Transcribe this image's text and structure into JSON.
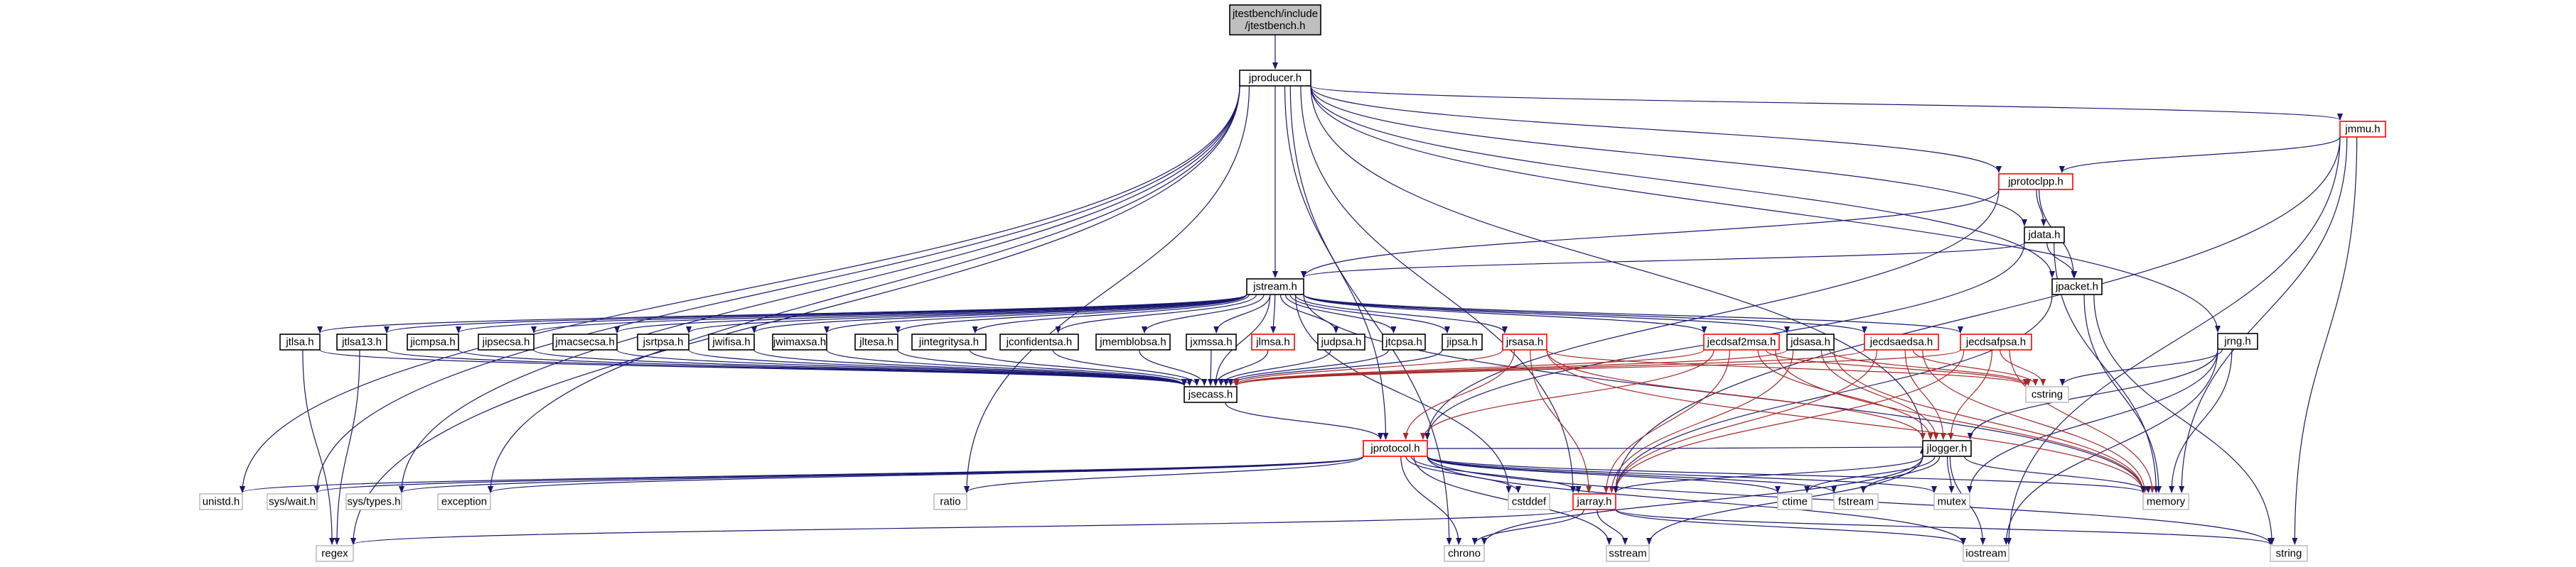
{
  "colors": {
    "edge": "#191970",
    "edge_red": "#a52a2a",
    "root_fill": "#bfbfbf",
    "box_border": "#000000",
    "linked_border": "#ff0000",
    "external_border": "#bfbfbf"
  },
  "graph": {
    "nodes": [
      {
        "id": "root",
        "label": "jtestbench/include\n/jtestbench.h",
        "kind": "root"
      },
      {
        "id": "jproducer",
        "label": "jproducer.h",
        "kind": "box"
      },
      {
        "id": "jmmu",
        "label": "jmmu.h",
        "kind": "linked"
      },
      {
        "id": "jprotoclpp",
        "label": "jprotoclpp.h",
        "kind": "linked"
      },
      {
        "id": "jdata",
        "label": "jdata.h",
        "kind": "box"
      },
      {
        "id": "jpacket",
        "label": "jpacket.h",
        "kind": "box"
      },
      {
        "id": "jrng",
        "label": "jrng.h",
        "kind": "box"
      },
      {
        "id": "jstream",
        "label": "jstream.h",
        "kind": "box"
      },
      {
        "id": "jtlsa",
        "label": "jtlsa.h",
        "kind": "box"
      },
      {
        "id": "jtlsa13",
        "label": "jtlsa13.h",
        "kind": "box"
      },
      {
        "id": "jicmpsa",
        "label": "jicmpsa.h",
        "kind": "box"
      },
      {
        "id": "jipsecsa",
        "label": "jipsecsa.h",
        "kind": "box"
      },
      {
        "id": "jmacsecsa",
        "label": "jmacsecsa.h",
        "kind": "box"
      },
      {
        "id": "jsrtpsa",
        "label": "jsrtpsa.h",
        "kind": "box"
      },
      {
        "id": "jwifisa",
        "label": "jwifisa.h",
        "kind": "box"
      },
      {
        "id": "jwimaxsa",
        "label": "jwimaxsa.h",
        "kind": "box"
      },
      {
        "id": "jltesa",
        "label": "jltesa.h",
        "kind": "box"
      },
      {
        "id": "jintegritysa",
        "label": "jintegritysa.h",
        "kind": "box"
      },
      {
        "id": "jconfidentsa",
        "label": "jconfidentsa.h",
        "kind": "box"
      },
      {
        "id": "jmemblobsa",
        "label": "jmemblobsa.h",
        "kind": "box"
      },
      {
        "id": "jxmssa",
        "label": "jxmssa.h",
        "kind": "box"
      },
      {
        "id": "jlmsa",
        "label": "jlmsa.h",
        "kind": "linked"
      },
      {
        "id": "judpsa",
        "label": "judpsa.h",
        "kind": "box"
      },
      {
        "id": "jtcpsa",
        "label": "jtcpsa.h",
        "kind": "box"
      },
      {
        "id": "jipsa",
        "label": "jipsa.h",
        "kind": "box"
      },
      {
        "id": "jrsasa",
        "label": "jrsasa.h",
        "kind": "linked"
      },
      {
        "id": "jecdsaf2msa",
        "label": "jecdsaf2msa.h",
        "kind": "linked"
      },
      {
        "id": "jdsasa",
        "label": "jdsasa.h",
        "kind": "box"
      },
      {
        "id": "jecdsaedsa",
        "label": "jecdsaedsa.h",
        "kind": "linked"
      },
      {
        "id": "jecdsafpsa",
        "label": "jecdsafpsa.h",
        "kind": "linked"
      },
      {
        "id": "jsecass",
        "label": "jsecass.h",
        "kind": "box"
      },
      {
        "id": "cstring",
        "label": "cstring",
        "kind": "external"
      },
      {
        "id": "jprotocol",
        "label": "jprotocol.h",
        "kind": "linked"
      },
      {
        "id": "jlogger",
        "label": "jlogger.h",
        "kind": "box"
      },
      {
        "id": "unistd",
        "label": "unistd.h",
        "kind": "external"
      },
      {
        "id": "syswait",
        "label": "sys/wait.h",
        "kind": "external"
      },
      {
        "id": "systypes",
        "label": "sys/types.h",
        "kind": "external"
      },
      {
        "id": "exception",
        "label": "exception",
        "kind": "external"
      },
      {
        "id": "ratio",
        "label": "ratio",
        "kind": "external"
      },
      {
        "id": "cstddef",
        "label": "cstddef",
        "kind": "external"
      },
      {
        "id": "jarray",
        "label": "jarray.h",
        "kind": "linked"
      },
      {
        "id": "ctime",
        "label": "ctime",
        "kind": "external"
      },
      {
        "id": "fstream",
        "label": "fstream",
        "kind": "external"
      },
      {
        "id": "mutex",
        "label": "mutex",
        "kind": "external"
      },
      {
        "id": "memory",
        "label": "memory",
        "kind": "external"
      },
      {
        "id": "regex",
        "label": "regex",
        "kind": "external"
      },
      {
        "id": "chrono",
        "label": "chrono",
        "kind": "external"
      },
      {
        "id": "sstream",
        "label": "sstream",
        "kind": "external"
      },
      {
        "id": "iostream",
        "label": "iostream",
        "kind": "external"
      },
      {
        "id": "string",
        "label": "string",
        "kind": "external"
      }
    ],
    "edges": [
      [
        "root",
        "jproducer"
      ],
      [
        "jproducer",
        "jmmu"
      ],
      [
        "jproducer",
        "jprotoclpp"
      ],
      [
        "jproducer",
        "jdata"
      ],
      [
        "jproducer",
        "jpacket"
      ],
      [
        "jproducer",
        "jrng"
      ],
      [
        "jproducer",
        "jstream"
      ],
      [
        "jproducer",
        "jlogger"
      ],
      [
        "jproducer",
        "jarray"
      ],
      [
        "jproducer",
        "jprotocol"
      ],
      [
        "jproducer",
        "regex"
      ],
      [
        "jproducer",
        "chrono"
      ],
      [
        "jproducer",
        "unistd"
      ],
      [
        "jproducer",
        "syswait"
      ],
      [
        "jproducer",
        "systypes"
      ],
      [
        "jproducer",
        "exception"
      ],
      [
        "jproducer",
        "ratio"
      ],
      [
        "jmmu",
        "jprotoclpp"
      ],
      [
        "jmmu",
        "memory"
      ],
      [
        "jmmu",
        "iostream"
      ],
      [
        "jmmu",
        "string"
      ],
      [
        "jmmu",
        "jarray"
      ],
      [
        "jprotoclpp",
        "jdata"
      ],
      [
        "jprotoclpp",
        "jpacket"
      ],
      [
        "jprotoclpp",
        "jstream"
      ],
      [
        "jprotoclpp",
        "jprotocol"
      ],
      [
        "jdata",
        "jpacket"
      ],
      [
        "jdata",
        "jstream"
      ],
      [
        "jdata",
        "memory"
      ],
      [
        "jdata",
        "jprotocol"
      ],
      [
        "jpacket",
        "memory"
      ],
      [
        "jpacket",
        "string"
      ],
      [
        "jpacket",
        "jarray"
      ],
      [
        "jrng",
        "cstring"
      ],
      [
        "jrng",
        "jlogger"
      ],
      [
        "jrng",
        "memory"
      ],
      [
        "jrng",
        "mutex"
      ],
      [
        "jrng",
        "iostream"
      ],
      [
        "jstream",
        "jtlsa"
      ],
      [
        "jstream",
        "jtlsa13"
      ],
      [
        "jstream",
        "jicmpsa"
      ],
      [
        "jstream",
        "jipsecsa"
      ],
      [
        "jstream",
        "jmacsecsa"
      ],
      [
        "jstream",
        "jsrtpsa"
      ],
      [
        "jstream",
        "jwifisa"
      ],
      [
        "jstream",
        "jwimaxsa"
      ],
      [
        "jstream",
        "jltesa"
      ],
      [
        "jstream",
        "jintegritysa"
      ],
      [
        "jstream",
        "jconfidentsa"
      ],
      [
        "jstream",
        "jmemblobsa"
      ],
      [
        "jstream",
        "jxmssa"
      ],
      [
        "jstream",
        "jlmsa"
      ],
      [
        "jstream",
        "judpsa"
      ],
      [
        "jstream",
        "jtcpsa"
      ],
      [
        "jstream",
        "jipsa"
      ],
      [
        "jstream",
        "jrsasa"
      ],
      [
        "jstream",
        "jecdsaf2msa"
      ],
      [
        "jstream",
        "jdsasa"
      ],
      [
        "jstream",
        "jecdsaedsa"
      ],
      [
        "jstream",
        "jecdsafpsa"
      ],
      [
        "jstream",
        "jsecass"
      ],
      [
        "jstream",
        "cstddef"
      ],
      [
        "jstream",
        "memory"
      ],
      [
        "jtlsa",
        "jsecass"
      ],
      [
        "jtlsa",
        "regex"
      ],
      [
        "jtlsa13",
        "jsecass"
      ],
      [
        "jtlsa13",
        "regex"
      ],
      [
        "jicmpsa",
        "jsecass"
      ],
      [
        "jipsecsa",
        "jsecass"
      ],
      [
        "jmacsecsa",
        "jsecass"
      ],
      [
        "jsrtpsa",
        "jsecass"
      ],
      [
        "jwifisa",
        "jsecass"
      ],
      [
        "jwimaxsa",
        "jsecass"
      ],
      [
        "jltesa",
        "jsecass"
      ],
      [
        "jintegritysa",
        "jsecass"
      ],
      [
        "jconfidentsa",
        "jsecass"
      ],
      [
        "jmemblobsa",
        "jsecass"
      ],
      [
        "jxmssa",
        "jsecass"
      ],
      [
        "jlmsa",
        "jsecass"
      ],
      [
        "judpsa",
        "jsecass"
      ],
      [
        "jtcpsa",
        "jsecass"
      ],
      [
        "jipsa",
        "jsecass"
      ],
      [
        "jrsasa",
        "jsecass"
      ],
      [
        "jrsasa",
        "cstring"
      ],
      [
        "jrsasa",
        "jlogger"
      ],
      [
        "jrsasa",
        "jarray"
      ],
      [
        "jrsasa",
        "memory"
      ],
      [
        "jrsasa",
        "jprotocol"
      ],
      [
        "jecdsaf2msa",
        "jsecass"
      ],
      [
        "jecdsaf2msa",
        "cstring"
      ],
      [
        "jecdsaf2msa",
        "jlogger"
      ],
      [
        "jecdsaf2msa",
        "jarray"
      ],
      [
        "jecdsaf2msa",
        "memory"
      ],
      [
        "jecdsaf2msa",
        "jprotocol"
      ],
      [
        "jdsasa",
        "jsecass"
      ],
      [
        "jdsasa",
        "cstring"
      ],
      [
        "jdsasa",
        "jlogger"
      ],
      [
        "jdsasa",
        "jarray"
      ],
      [
        "jdsasa",
        "memory"
      ],
      [
        "jecdsaedsa",
        "jsecass"
      ],
      [
        "jecdsaedsa",
        "cstring"
      ],
      [
        "jecdsaedsa",
        "jlogger"
      ],
      [
        "jecdsaedsa",
        "jarray"
      ],
      [
        "jecdsaedsa",
        "memory"
      ],
      [
        "jecdsafpsa",
        "jsecass"
      ],
      [
        "jecdsafpsa",
        "cstring"
      ],
      [
        "jecdsafpsa",
        "jlogger"
      ],
      [
        "jecdsafpsa",
        "jarray"
      ],
      [
        "jecdsafpsa",
        "memory"
      ],
      [
        "jsecass",
        "jprotocol"
      ],
      [
        "jprotocol",
        "unistd"
      ],
      [
        "jprotocol",
        "syswait"
      ],
      [
        "jprotocol",
        "systypes"
      ],
      [
        "jprotocol",
        "exception"
      ],
      [
        "jprotocol",
        "ratio"
      ],
      [
        "jprotocol",
        "cstddef"
      ],
      [
        "jprotocol",
        "jarray"
      ],
      [
        "jprotocol",
        "ctime"
      ],
      [
        "jprotocol",
        "fstream"
      ],
      [
        "jprotocol",
        "mutex"
      ],
      [
        "jprotocol",
        "memory"
      ],
      [
        "jprotocol",
        "chrono"
      ],
      [
        "jprotocol",
        "sstream"
      ],
      [
        "jprotocol",
        "iostream"
      ],
      [
        "jprotocol",
        "string"
      ],
      [
        "jprotocol",
        "jlogger"
      ],
      [
        "jlogger",
        "ctime"
      ],
      [
        "jlogger",
        "fstream"
      ],
      [
        "jlogger",
        "mutex"
      ],
      [
        "jlogger",
        "memory"
      ],
      [
        "jlogger",
        "chrono"
      ],
      [
        "jlogger",
        "sstream"
      ],
      [
        "jlogger",
        "iostream"
      ],
      [
        "jlogger",
        "jarray"
      ],
      [
        "jarray",
        "regex"
      ],
      [
        "jarray",
        "chrono"
      ],
      [
        "jarray",
        "sstream"
      ],
      [
        "jarray",
        "iostream"
      ],
      [
        "jarray",
        "string"
      ]
    ]
  }
}
